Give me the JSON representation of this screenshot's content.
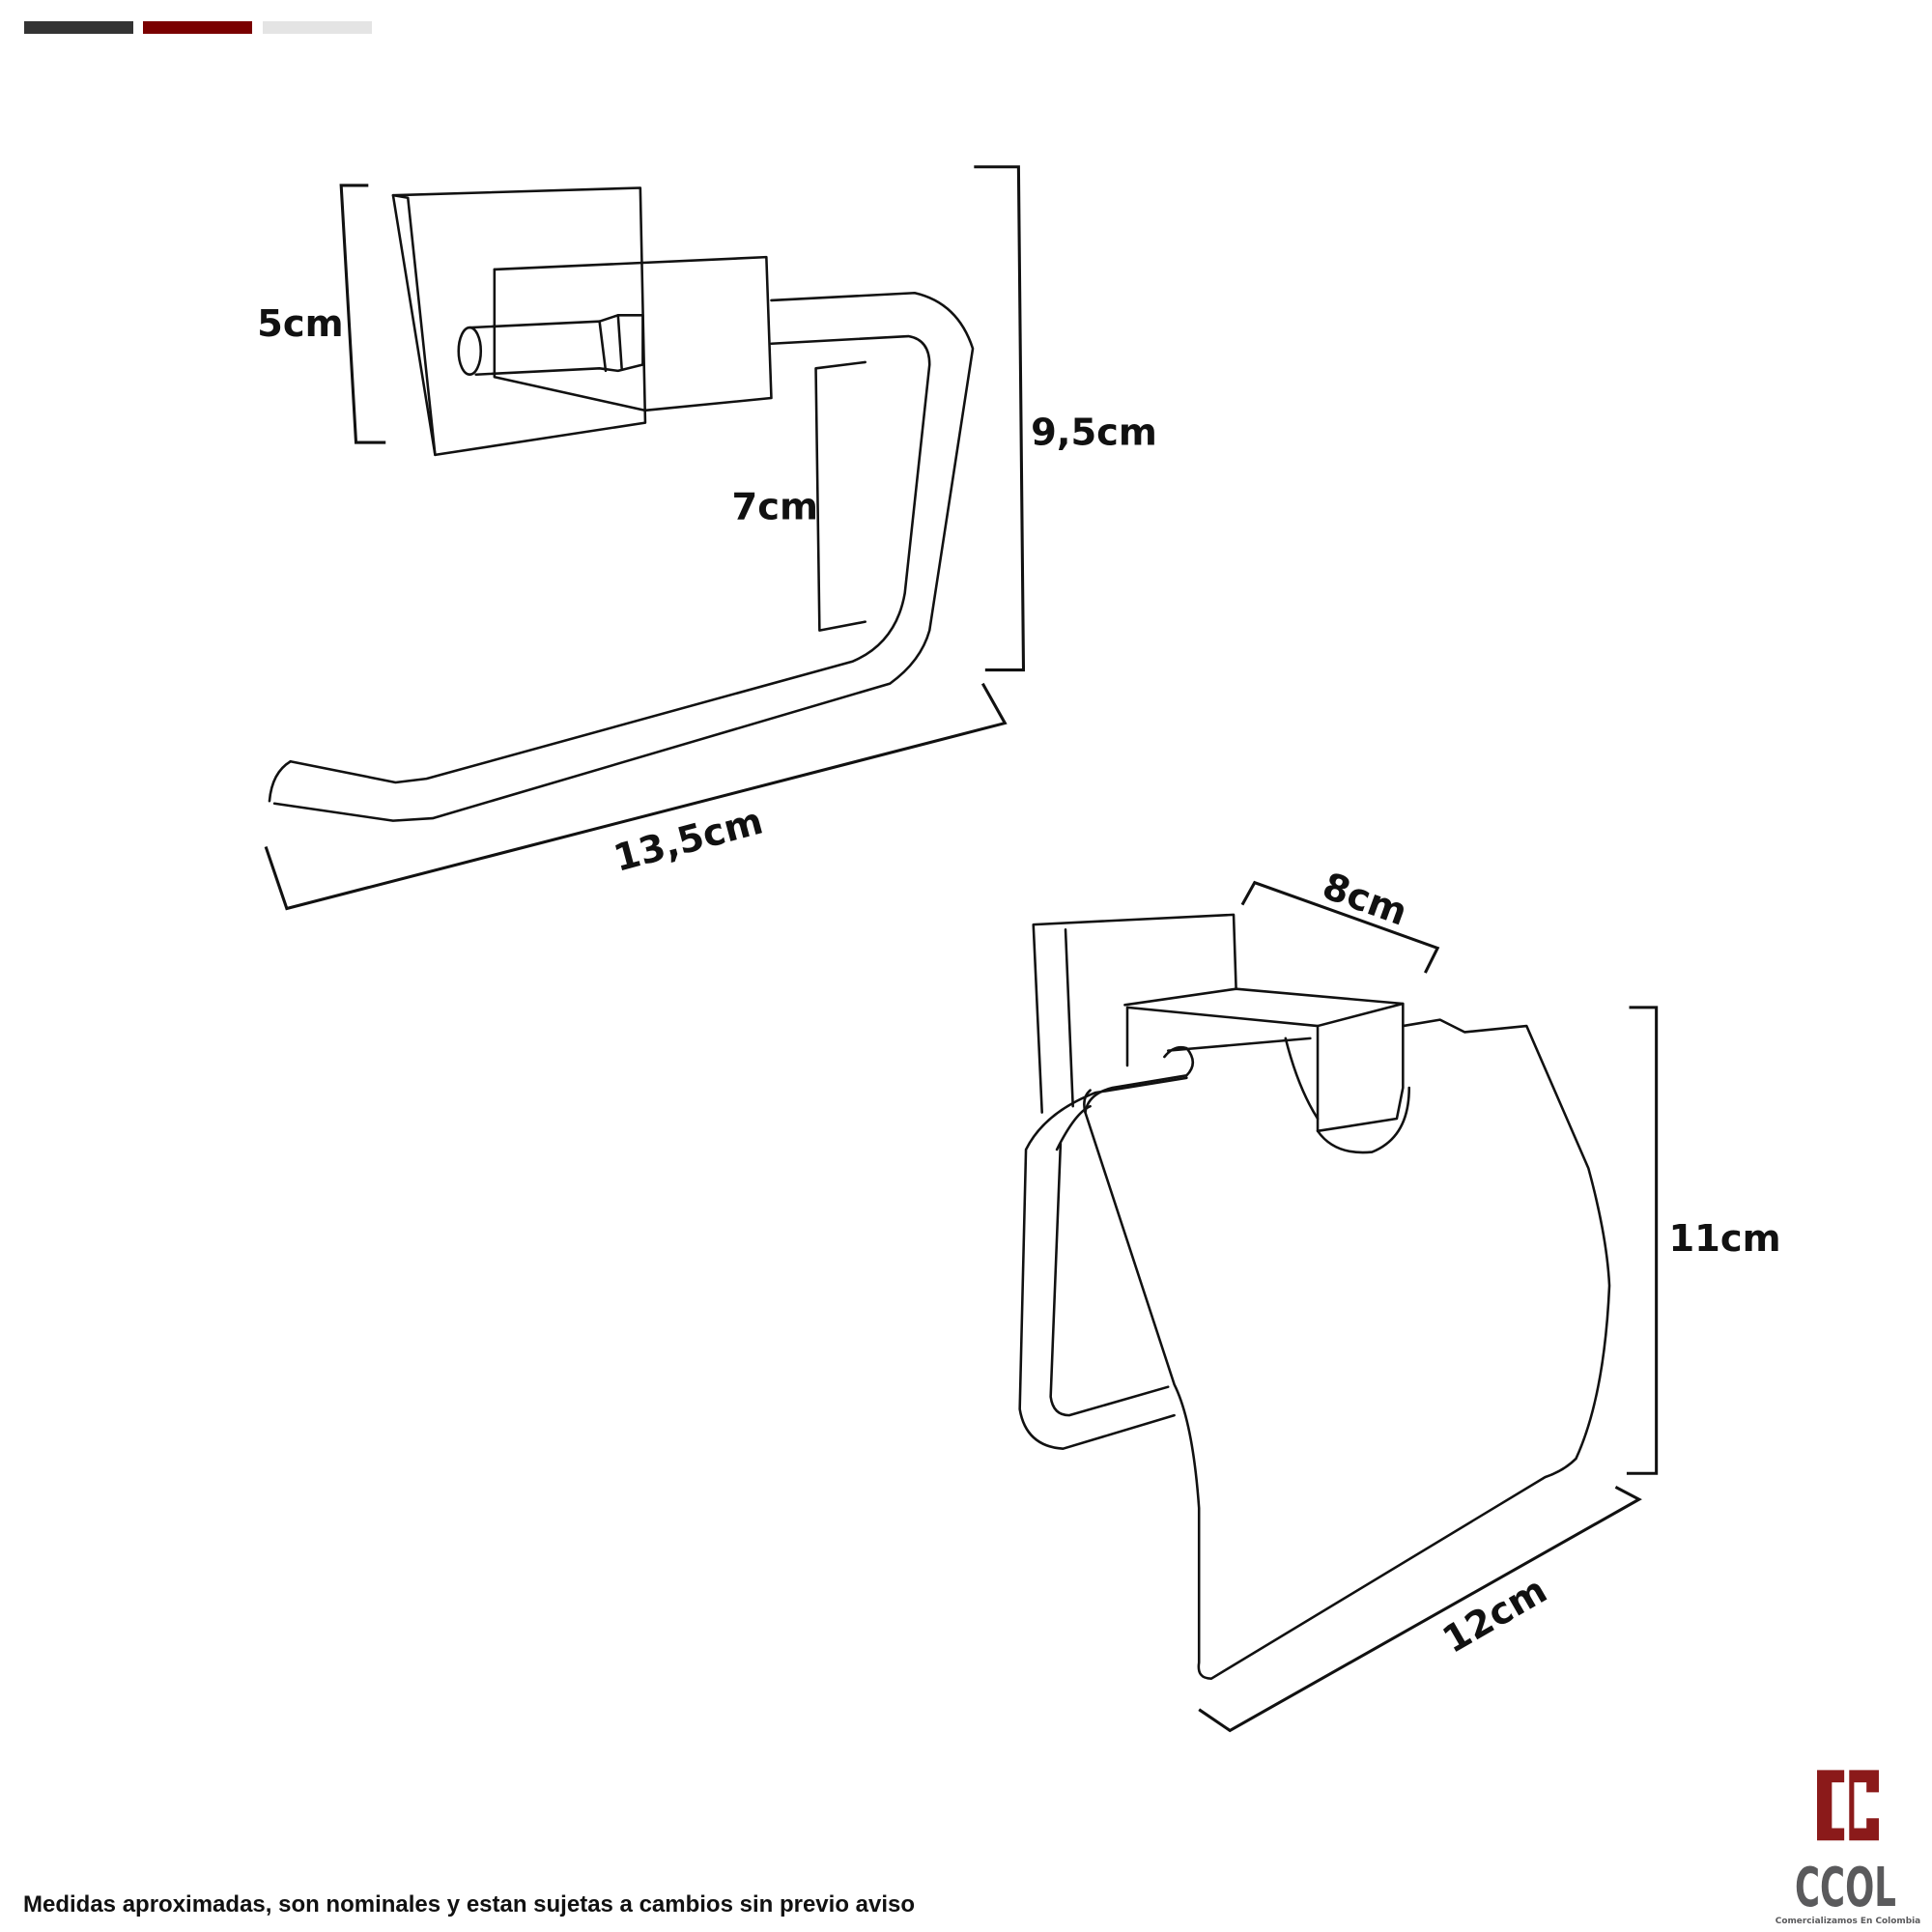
{
  "header_bars": {
    "colors": [
      "#333333",
      "#7a0000",
      "#e4e4e4"
    ]
  },
  "towel_ring": {
    "labels": {
      "height_base": "5cm",
      "inner_height": "7cm",
      "total_height": "9,5cm",
      "length": "13,5cm"
    }
  },
  "paper_holder": {
    "labels": {
      "depth": "8cm",
      "height": "11cm",
      "width": "12cm"
    }
  },
  "footer": {
    "note": "Medidas aproximadas, son nominales y estan sujetas a cambios sin previo aviso"
  },
  "logo": {
    "mark": "CC",
    "name": "CCOL",
    "tagline": "Comercializamos En Colombia",
    "colors": {
      "mark": "#8b1a1a",
      "text": "#5a5a5c"
    }
  }
}
